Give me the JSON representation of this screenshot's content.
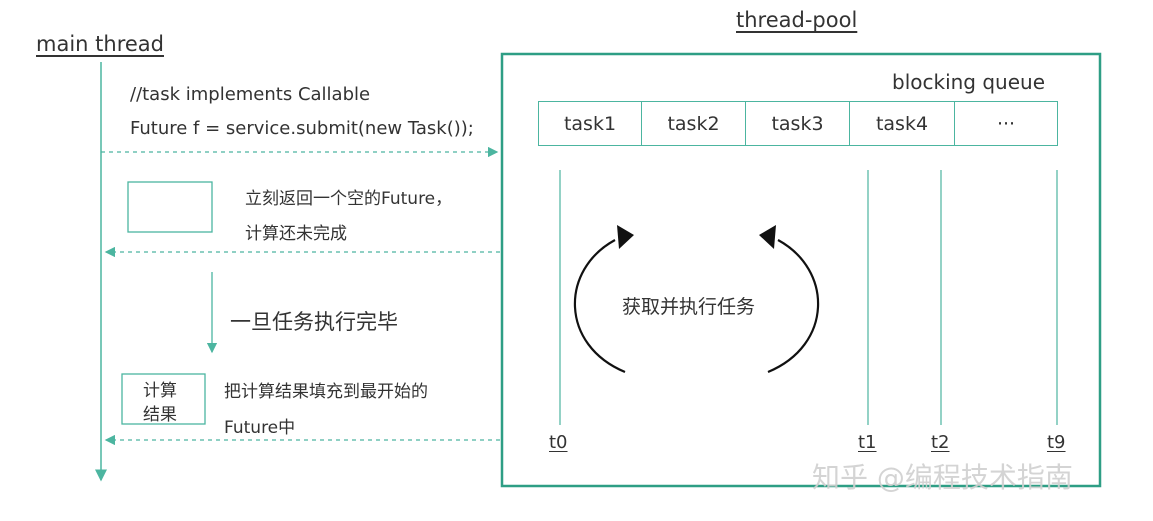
{
  "main_thread": {
    "label": "main thread",
    "code_comment": "//task implements Callable",
    "code_submit": "Future f = service.submit(new Task());",
    "return_note_line1": "立刻返回一个空的Future，",
    "return_note_line2": "计算还未完成",
    "wait_note": "一旦任务执行完毕",
    "result_box_line1": "计算",
    "result_box_line2": "结果",
    "fill_note_line1": "把计算结果填充到最开始的",
    "fill_note_line2": "Future中"
  },
  "thread_pool": {
    "label": "thread-pool",
    "queue_label": "blocking queue",
    "queue_items": [
      "task1",
      "task2",
      "task3",
      "task4",
      "···"
    ],
    "cycle_label": "获取并执行任务",
    "threads": [
      "t0",
      "t1",
      "t2",
      "t9"
    ]
  },
  "watermark": "知乎 @编程技术指南",
  "colors": {
    "accent": "#4cb5a0",
    "border": "#2e9e85",
    "text": "#333333",
    "arrow": "#111111"
  }
}
